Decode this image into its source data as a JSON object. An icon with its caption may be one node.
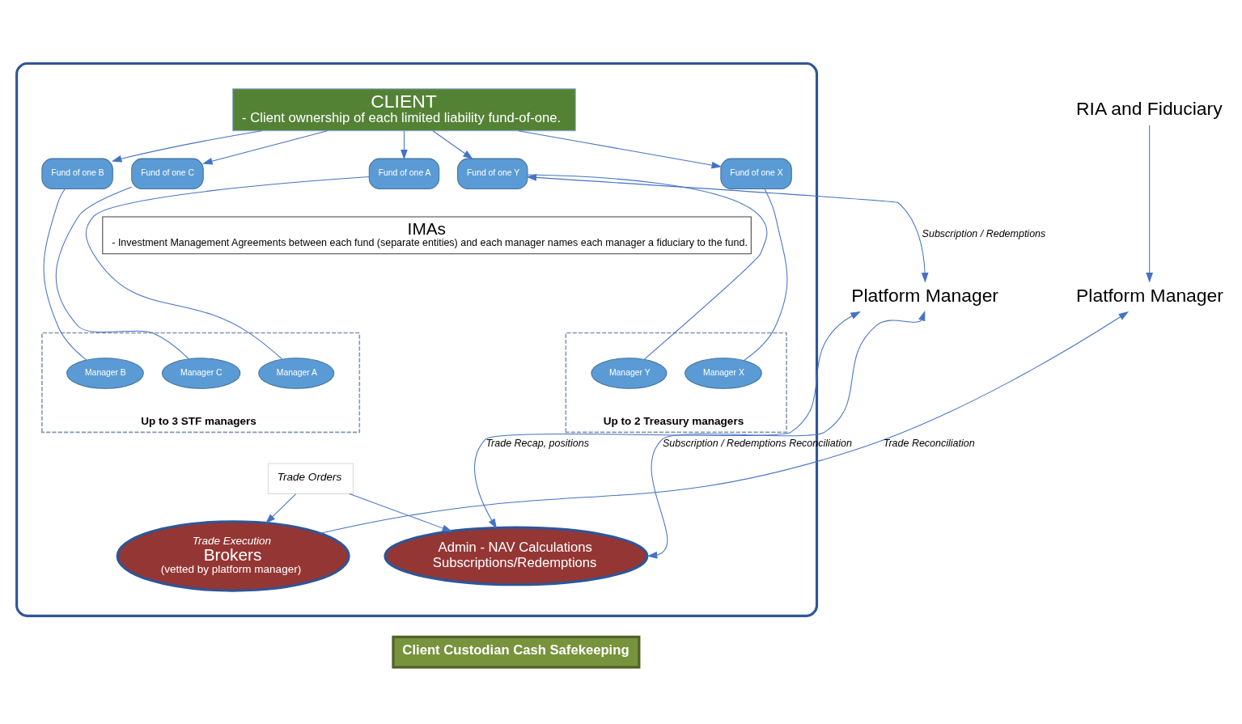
{
  "diagram": {
    "nodes": [
      {
        "text": [],
        "shape": "ellipse"
      },
      {
        "text": [
          "RIA and Fiduciary"
        ]
      },
      {
        "text": [
          "Platform Manager"
        ]
      },
      {
        "text": [
          "Platform Manager"
        ]
      },
      {
        "text": [
          "CLIENT",
          "- Client ownership of each limited liability fund-of-one."
        ],
        "in": 0
      },
      {
        "text": [
          "Fund of one A"
        ],
        "in": 0
      },
      {
        "text": [
          "Fund of one B"
        ],
        "in": 0
      },
      {
        "text": [
          "Fund of one C"
        ],
        "in": 0
      },
      {
        "text": [
          "Fund of one X"
        ],
        "in": 0
      },
      {
        "text": [
          "Fund of one Y"
        ],
        "in": 0
      },
      {
        "text": [
          "IMAs",
          "- Investment Management Agreements between each fund (separate entities) and each manager names each manager a fiduciary to the fund."
        ],
        "in": 0
      },
      {
        "text": [
          "Up to 3 STF managers"
        ],
        "in": 0
      },
      {
        "text": [
          "Manager A"
        ],
        "in": 11
      },
      {
        "text": [
          "Manager B"
        ],
        "in": 11
      },
      {
        "text": [
          "Manager C"
        ],
        "in": 11
      },
      {
        "text": [
          "Up to 2 Treasury managers"
        ],
        "in": 0
      },
      {
        "text": [
          "Manager X"
        ],
        "in": 15
      },
      {
        "text": [
          "Manager Y"
        ],
        "in": 15
      },
      {
        "text": [
          "Trade Orders"
        ],
        "in": 0
      },
      {
        "text": [
          "Trade Execution",
          "Brokers",
          "(vetted by platform manager)"
        ],
        "in": 0
      },
      {
        "text": [
          "Admin - NAV Calculations",
          "Subscriptions/Redemptions"
        ],
        "in": 0
      },
      {
        "text": [
          "Client Custodian Cash Safekeeping"
        ]
      }
    ],
    "edges": [
      {
        "from": 1,
        "to": 2,
        "arrow": "to"
      },
      {
        "from": 4,
        "to": 5,
        "arrow": "to"
      },
      {
        "from": 4,
        "to": 6,
        "arrow": "to"
      },
      {
        "from": 4,
        "to": 7,
        "arrow": "to"
      },
      {
        "from": 4,
        "to": 8,
        "arrow": "to"
      },
      {
        "from": 4,
        "to": 9,
        "arrow": "to"
      },
      {
        "from": 5,
        "to": 12,
        "arrow": "none"
      },
      {
        "from": 6,
        "to": 13,
        "arrow": "none"
      },
      {
        "from": 7,
        "to": 14,
        "arrow": "none"
      },
      {
        "from": 8,
        "to": 16,
        "arrow": "none"
      },
      {
        "from": 9,
        "to": 17,
        "arrow": "none"
      },
      {
        "from": 9,
        "to": 3,
        "arrow": "both",
        "label": "Subscription / Redemptions"
      },
      {
        "from": 19,
        "to": 2,
        "arrow": "to",
        "label": "Trade Reconciliation"
      },
      {
        "from": 18,
        "to": 19,
        "arrow": "to"
      },
      {
        "from": 18,
        "to": 20,
        "arrow": "to"
      },
      {
        "from": 20,
        "to": 3,
        "arrow": "both",
        "label": "Trade Recap, positions"
      },
      {
        "from": 20,
        "to": 3,
        "arrow": "both",
        "label": "Subscription / Redemptions Reconciliation"
      }
    ]
  }
}
